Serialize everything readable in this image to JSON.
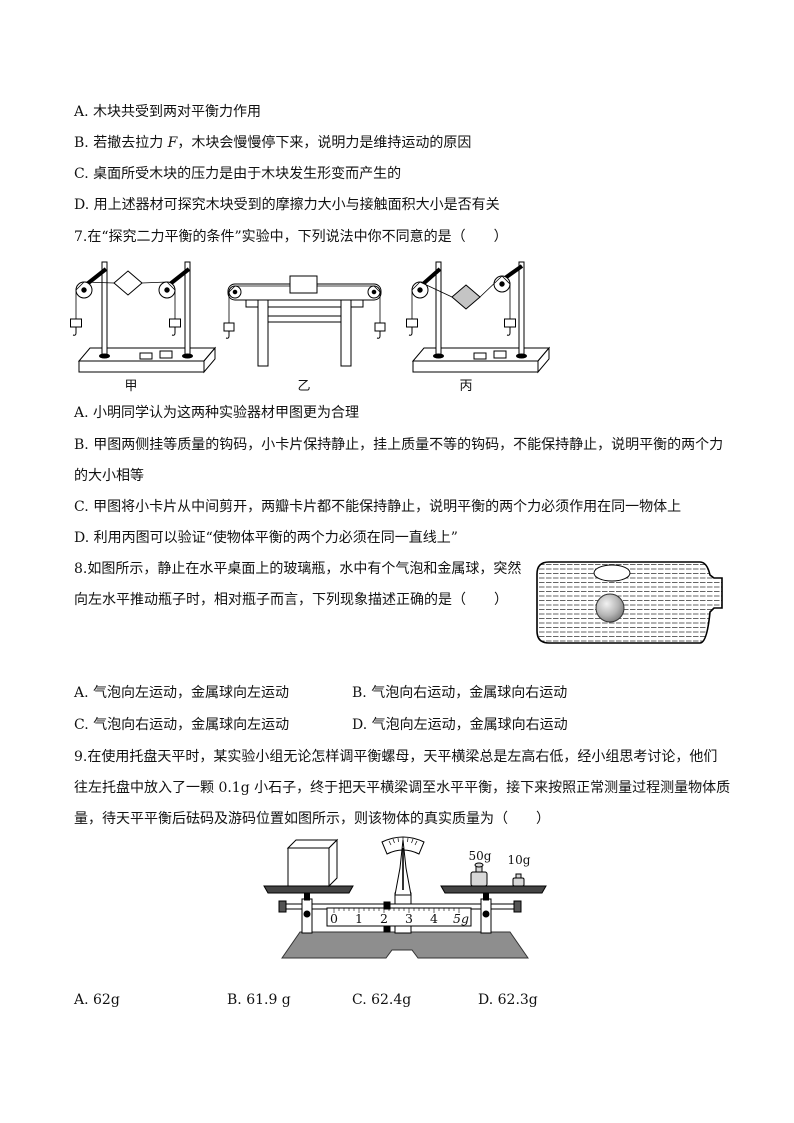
{
  "q6": {
    "option_a": "A. 木块共受到两对平衡力作用",
    "option_b": {
      "pre": "B. 若撤去拉力 ",
      "var": "F",
      "post": "，木块会慢慢停下来，说明力是维持运动的原因"
    },
    "option_c": "C. 桌面所受木块的压力是由于木块发生形变而产生的",
    "option_d": "D. 用上述器材可探究木块受到的摩擦力大小与接触面积大小是否有关"
  },
  "q7": {
    "stem": "7.在“探究二力平衡的条件”实验中，下列说法中你不同意的是（　　）",
    "figure_labels": [
      "甲",
      "乙",
      "丙"
    ],
    "option_a": "A. 小明同学认为这两种实验器材甲图更为合理",
    "option_b_lines": [
      "B. 甲图两侧挂等质量的钩码，小卡片保持静止，挂上质量不等的钩码，不能保持静止，说明平衡的两个力",
      "的大小相等"
    ],
    "option_c": "C. 甲图将小卡片从中间剪开，两瓣卡片都不能保持静止，说明平衡的两个力必须作用在同一物体上",
    "option_d": "D. 利用丙图可以验证“使物体平衡的两个力必须在同一直线上”"
  },
  "q8": {
    "stem_lines": [
      "8.如图所示，静止在水平桌面上的玻璃瓶，水中有个气泡和金属球，突然",
      "向左水平推动瓶子时，相对瓶子而言，下列现象描述正确的是（　　）"
    ],
    "options": [
      "A. 气泡向左运动，金属球向左运动",
      "B. 气泡向右运动，金属球向右运动",
      "C. 气泡向右运动，金属球向左运动",
      "D. 气泡向左运动，金属球向右运动"
    ]
  },
  "q9": {
    "stem_lines": [
      "9.在使用托盘天平时，某实验小组无论怎样调平衡螺母，天平横梁总是左高右低，经小组思考讨论，他们",
      "往左托盘中放入了一颗 0.1g 小石子，终于把天平横梁调至水平平衡，接下来按照正常测量过程测量物体质",
      "量，待天平平衡后砝码及游码位置如图所示，则该物体的真实质量为（　　）"
    ],
    "options": [
      "A. 62g",
      "B. 61.9 g",
      "C. 62.4g",
      "D. 62.3g"
    ],
    "balance": {
      "weight_labels": [
        "50g",
        "10g"
      ],
      "ruler_labels": [
        "0",
        "1",
        "2",
        "3",
        "4",
        "5g"
      ]
    }
  }
}
